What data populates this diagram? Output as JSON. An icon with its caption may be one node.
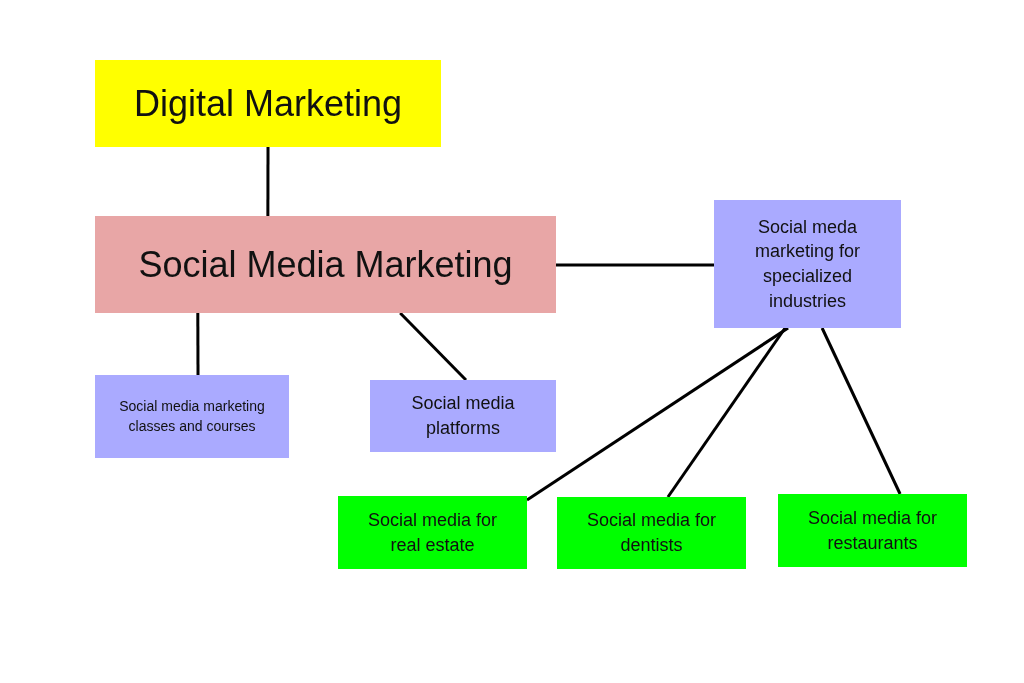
{
  "diagram": {
    "nodes": [
      {
        "text": [
          "Digital Marketing"
        ]
      },
      {
        "text": [
          "Social Media Marketing"
        ]
      },
      {
        "text": [
          "Social meda marketing for specialized industries"
        ]
      },
      {
        "text": [
          "Social media marketing classes and courses"
        ]
      },
      {
        "text": [
          "Social media platforms"
        ]
      },
      {
        "text": [
          "Social media for real estate"
        ]
      },
      {
        "text": [
          "Social media for dentists"
        ]
      },
      {
        "text": [
          "Social media for restaurants"
        ]
      }
    ],
    "edges": [
      {
        "from": 0,
        "to": 1,
        "arrow": "none"
      },
      {
        "from": 1,
        "to": 2,
        "arrow": "none"
      },
      {
        "from": 1,
        "to": 3,
        "arrow": "none"
      },
      {
        "from": 1,
        "to": 4,
        "arrow": "none"
      },
      {
        "from": 2,
        "to": 5,
        "arrow": "none"
      },
      {
        "from": 2,
        "to": 6,
        "arrow": "none"
      },
      {
        "from": 2,
        "to": 7,
        "arrow": "none"
      }
    ]
  }
}
